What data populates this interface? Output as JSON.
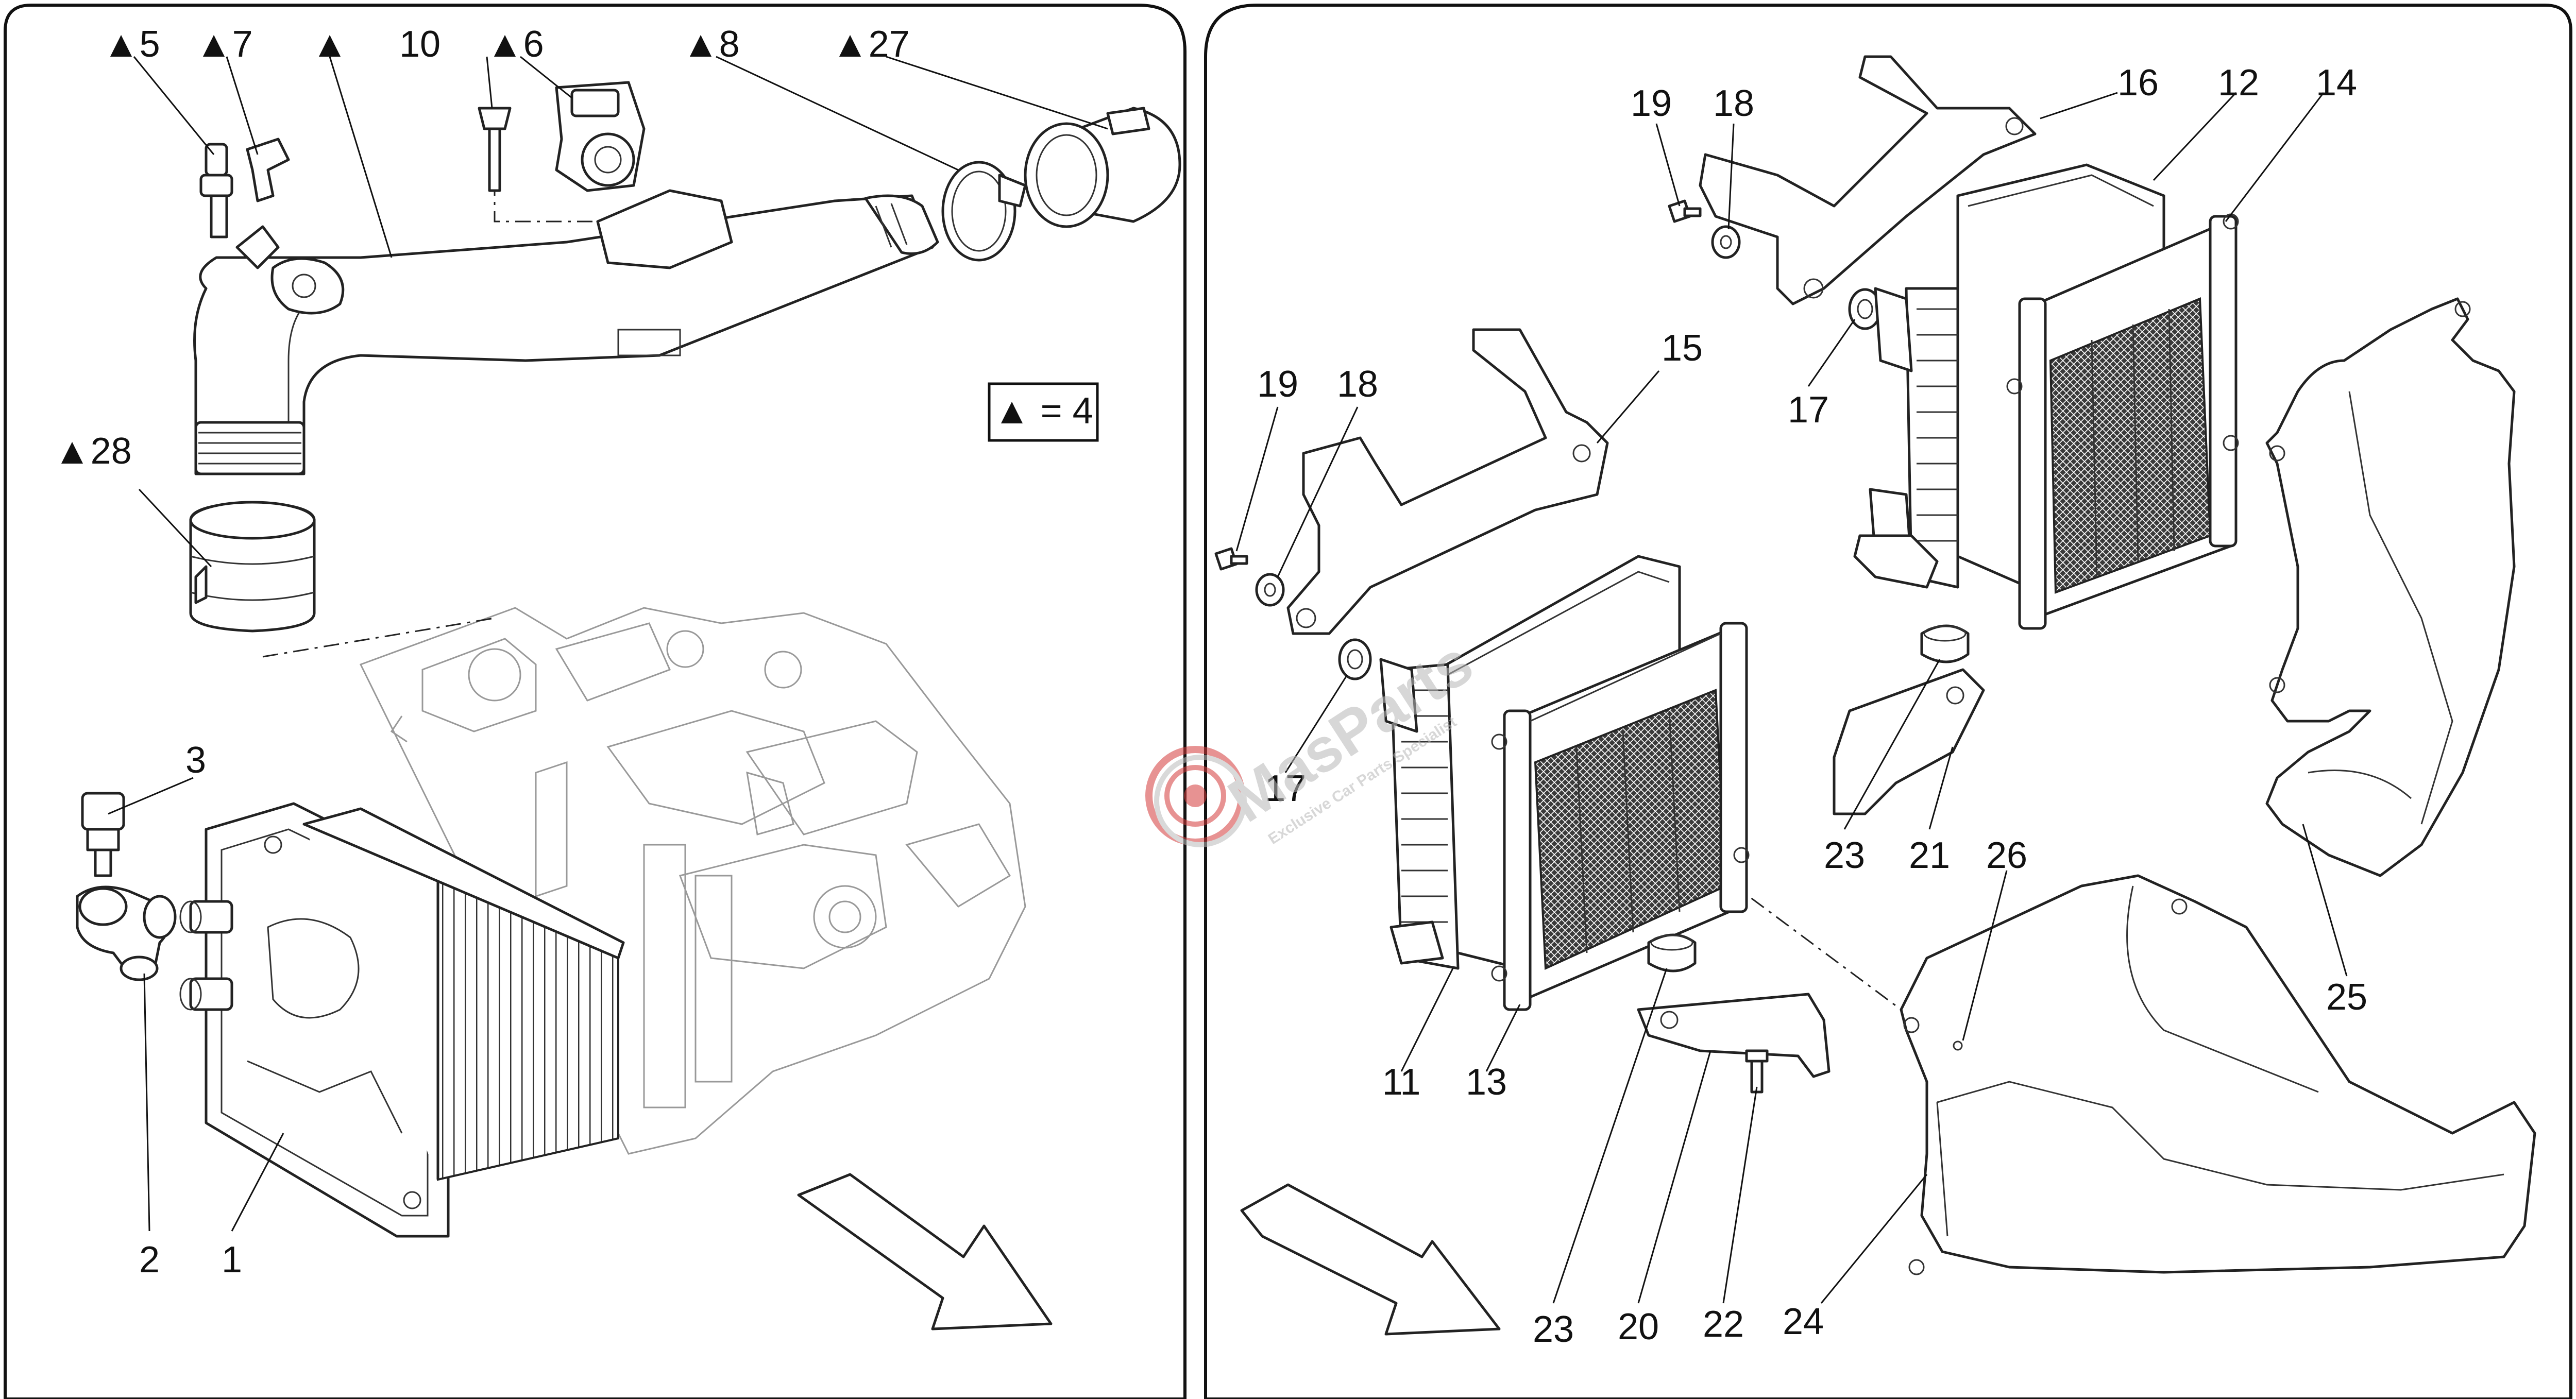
{
  "watermark": {
    "brand": "MasParts",
    "tagline": "Exclusive Car Parts Specialist",
    "color": "#d43a3a"
  },
  "legend": {
    "symbol": "▲",
    "text": "▲ = 4"
  },
  "left_panel": {
    "callouts": [
      {
        "id": "5",
        "text": "▲5"
      },
      {
        "id": "7",
        "text": "▲7"
      },
      {
        "id": "blank",
        "text": "▲"
      },
      {
        "id": "10",
        "text": "10"
      },
      {
        "id": "6",
        "text": "▲6"
      },
      {
        "id": "8",
        "text": "▲8"
      },
      {
        "id": "27",
        "text": "▲27"
      },
      {
        "id": "28",
        "text": "▲28"
      },
      {
        "id": "3",
        "text": "3"
      },
      {
        "id": "2",
        "text": "2"
      },
      {
        "id": "1",
        "text": "1"
      }
    ]
  },
  "right_panel": {
    "callouts": [
      {
        "id": "19a",
        "text": "19"
      },
      {
        "id": "18a",
        "text": "18"
      },
      {
        "id": "16",
        "text": "16"
      },
      {
        "id": "12",
        "text": "12"
      },
      {
        "id": "14",
        "text": "14"
      },
      {
        "id": "17a",
        "text": "17"
      },
      {
        "id": "19b",
        "text": "19"
      },
      {
        "id": "18b",
        "text": "18"
      },
      {
        "id": "15",
        "text": "15"
      },
      {
        "id": "17b",
        "text": "17"
      },
      {
        "id": "23a",
        "text": "23"
      },
      {
        "id": "21",
        "text": "21"
      },
      {
        "id": "26",
        "text": "26"
      },
      {
        "id": "25",
        "text": "25"
      },
      {
        "id": "11",
        "text": "11"
      },
      {
        "id": "13",
        "text": "13"
      },
      {
        "id": "23b",
        "text": "23"
      },
      {
        "id": "20",
        "text": "20"
      },
      {
        "id": "22",
        "text": "22"
      },
      {
        "id": "24",
        "text": "24"
      }
    ]
  }
}
